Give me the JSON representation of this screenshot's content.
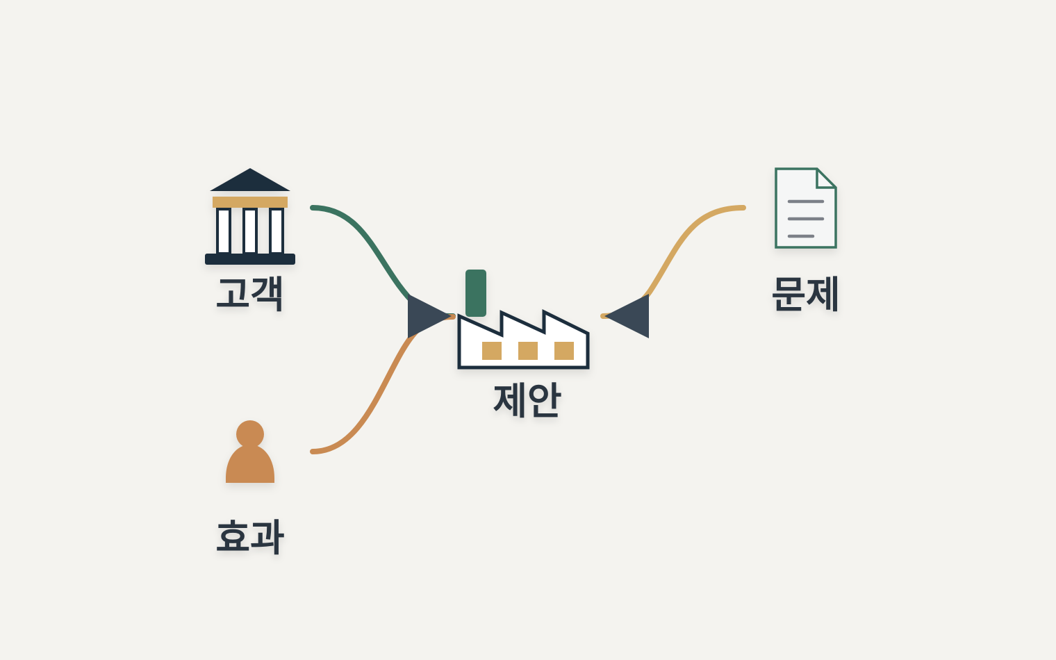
{
  "nodes": {
    "customer": {
      "label": "고객",
      "icon": "bank-building-icon"
    },
    "effect": {
      "label": "효과",
      "icon": "person-icon"
    },
    "proposal": {
      "label": "제안",
      "icon": "factory-icon"
    },
    "problem": {
      "label": "문제",
      "icon": "document-icon"
    }
  },
  "edges": [
    {
      "from": "customer",
      "to": "proposal",
      "color": "#3b7360"
    },
    {
      "from": "effect",
      "to": "proposal",
      "color": "#c98a52"
    },
    {
      "from": "problem",
      "to": "proposal",
      "color": "#d4a862"
    }
  ],
  "colors": {
    "background": "#f4f3ef",
    "navy": "#1f2d3d",
    "arrow": "#3a4856",
    "green": "#3b7360",
    "orange": "#c98a52",
    "gold": "#d4a862",
    "label": "#2b3440"
  }
}
